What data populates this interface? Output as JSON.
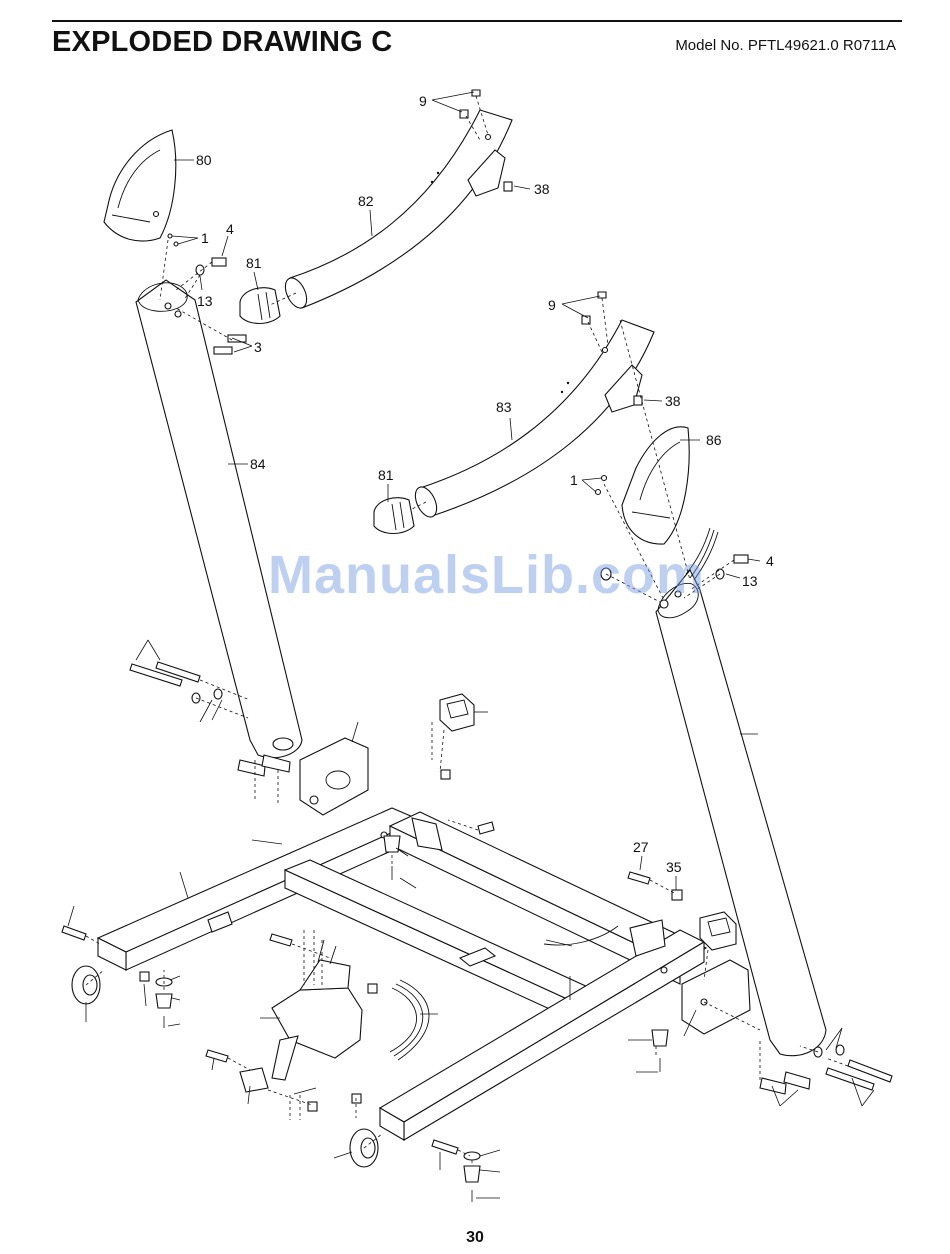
{
  "header": {
    "title": "EXPLODED DRAWING C",
    "model": "Model No. PFTL49621.0 R0711A"
  },
  "footer": {
    "page_number": "30"
  },
  "watermark": "ManualsLib.com",
  "callouts": {
    "p9a": "9",
    "p80": "80",
    "p38a": "38",
    "p82": "82",
    "p4a": "4",
    "p1a": "1",
    "p81a": "81",
    "p13a": "13",
    "p3": "3",
    "p9b": "9",
    "p83": "83",
    "p38b": "38",
    "p86": "86",
    "p84": "84",
    "p81b": "81",
    "p1b": "1",
    "p4b": "4",
    "p13b": "13",
    "p27": "27",
    "p35": "35"
  }
}
